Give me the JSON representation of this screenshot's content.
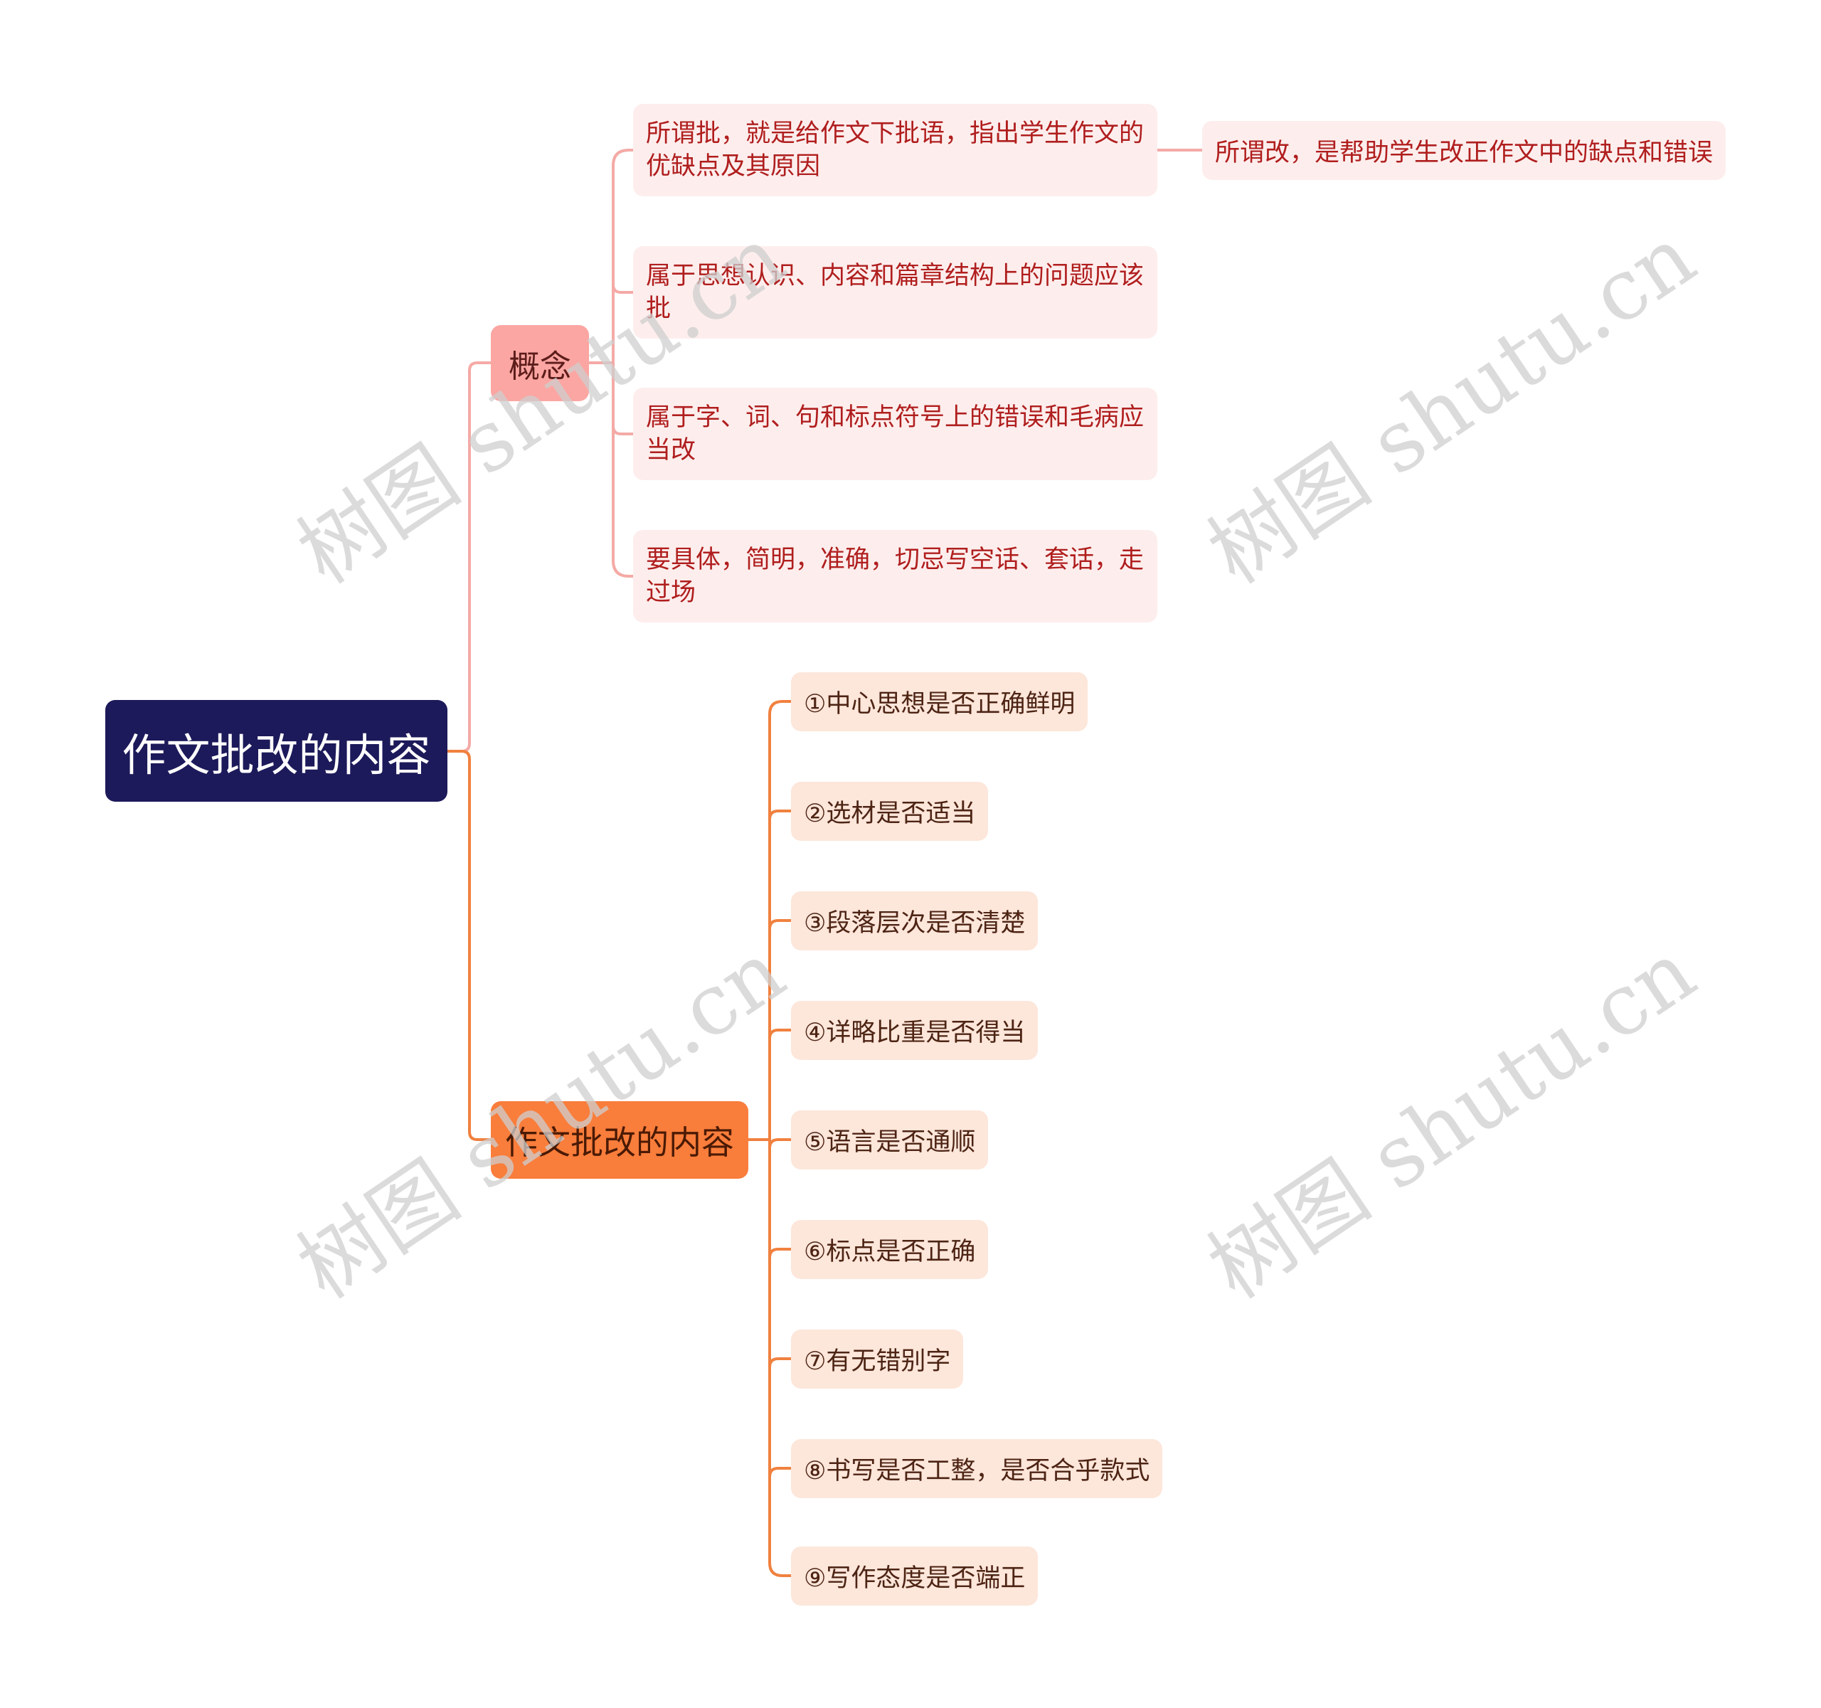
{
  "root": {
    "label": "作文批改的内容"
  },
  "branches": [
    {
      "label": "概念",
      "children": [
        {
          "label": "所谓批，就是给作文下批语，指出学生作文的优缺点及其原因",
          "children": [
            {
              "label": "所谓改，是帮助学生改正作文中的缺点和错误"
            }
          ]
        },
        {
          "label": "属于思想认识、内容和篇章结构上的问题应该批"
        },
        {
          "label": "属于字、词、句和标点符号上的错误和毛病应当改"
        },
        {
          "label": "要具体，简明，准确，切忌写空话、套话，走过场"
        }
      ]
    },
    {
      "label": "作文批改的内容",
      "children": [
        {
          "label": "①中心思想是否正确鲜明"
        },
        {
          "label": "②选材是否适当"
        },
        {
          "label": "③段落层次是否清楚"
        },
        {
          "label": "④详略比重是否得当"
        },
        {
          "label": "⑤语言是否通顺"
        },
        {
          "label": "⑥标点是否正确"
        },
        {
          "label": "⑦有无错别字"
        },
        {
          "label": "⑧书写是否工整，是否合乎款式"
        },
        {
          "label": "⑨写作态度是否端正"
        }
      ]
    }
  ],
  "watermark": "树图 shutu.cn",
  "colors": {
    "root_bg": "#1c1a5a",
    "branch1_bg": "#fba6a2",
    "branch1_line": "#f4aaa6",
    "branch2_bg": "#f97d3b",
    "branch2_line": "#f0813f",
    "leaf1_bg": "#fdeeed",
    "leaf2_bg": "#fde6da"
  }
}
